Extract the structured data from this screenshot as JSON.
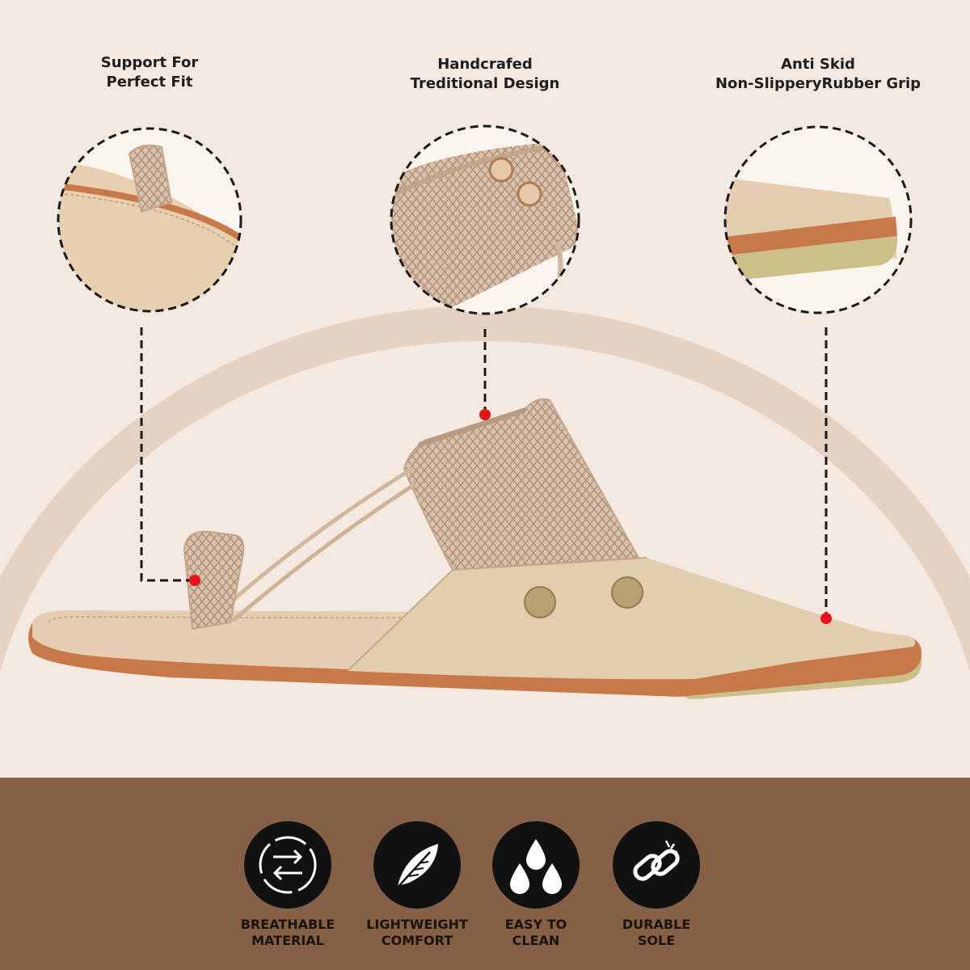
{
  "callouts": [
    {
      "id": "fit",
      "lines": [
        "Support For",
        "Perfect Fit"
      ]
    },
    {
      "id": "design",
      "lines": [
        "Handcrafed",
        "Treditional Design"
      ]
    },
    {
      "id": "grip",
      "lines": [
        "Anti Skid",
        "Non-SlipperyRubber Grip"
      ]
    }
  ],
  "features": [
    {
      "icon": "breathable-arrows-icon",
      "lines": [
        "BREATHABLE",
        "MATERIAL"
      ]
    },
    {
      "icon": "feather-icon",
      "lines": [
        "LIGHTWEIGHT",
        "COMFORT"
      ]
    },
    {
      "icon": "water-drops-icon",
      "lines": [
        "EASY TO",
        "CLEAN"
      ]
    },
    {
      "icon": "chain-link-icon",
      "lines": [
        "DURABLE",
        "SOLE"
      ]
    }
  ],
  "colors": {
    "background": "#f4e9e1",
    "band": "#856046",
    "marker": "#e8141c",
    "leather": "#dcc0a4",
    "sole_edge": "#c8794a",
    "rubber": "#cfc08c"
  }
}
